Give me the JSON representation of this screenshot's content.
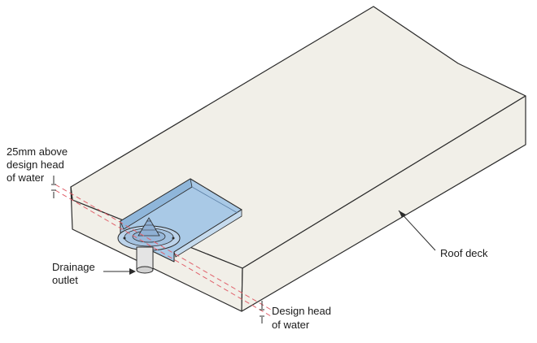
{
  "diagram": {
    "labels": {
      "upper_dim": [
        "25mm above",
        "design head",
        "of water"
      ],
      "drainage": [
        "Drainage",
        "outlet"
      ],
      "roof_deck": "Roof deck",
      "design_head": [
        "Design head",
        "of water"
      ]
    },
    "colors": {
      "deck_fill": "#f1efe8",
      "deck_side": "#f1efe8",
      "outline": "#2b2b2b",
      "water_fill": "#a9c9e6",
      "water_dark": "#8fb6da",
      "dash_red": "#e0606a",
      "outlet_grey": "#c9c9c9"
    }
  }
}
